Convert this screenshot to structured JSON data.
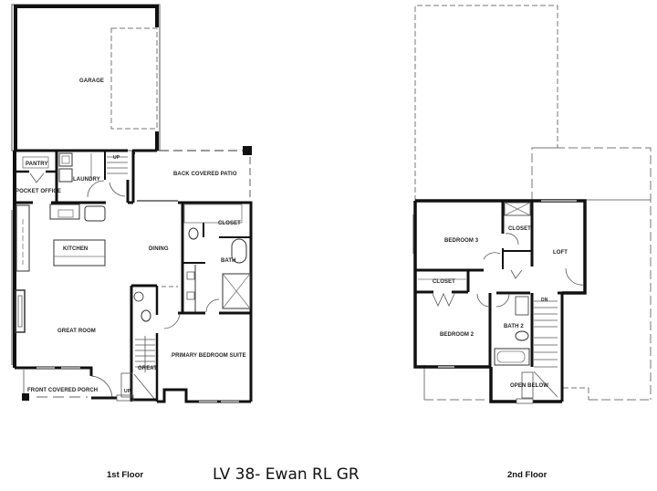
{
  "title": "LV 38- Ewan RL GR",
  "floors": [
    {
      "label": "1st Floor",
      "rooms": [
        {
          "name": "GARAGE"
        },
        {
          "name": "PANTRY"
        },
        {
          "name": "POCKET OFFICE"
        },
        {
          "name": "LAUNDRY"
        },
        {
          "name": "UP"
        },
        {
          "name": "BACK COVERED PATIO"
        },
        {
          "name": "KITCHEN"
        },
        {
          "name": "DINING"
        },
        {
          "name": "CLOSET"
        },
        {
          "name": "BATH"
        },
        {
          "name": "GREAT ROOM"
        },
        {
          "name": "PRIMARY BEDROOM SUITE"
        },
        {
          "name": "GREAT"
        },
        {
          "name": "FRONT COVERED PORCH"
        },
        {
          "name": "UP"
        }
      ]
    },
    {
      "label": "2nd Floor",
      "rooms": [
        {
          "name": "BEDROOM 3"
        },
        {
          "name": "CLOSET"
        },
        {
          "name": "LOFT"
        },
        {
          "name": "CLOSET"
        },
        {
          "name": "BEDROOM 2"
        },
        {
          "name": "BATH 2"
        },
        {
          "name": "DN"
        },
        {
          "name": "OPEN BELOW"
        }
      ]
    }
  ],
  "colors": {
    "wall": "#111111",
    "thin_line": "#555555",
    "dashed": "#777777",
    "background": "#ffffff"
  }
}
